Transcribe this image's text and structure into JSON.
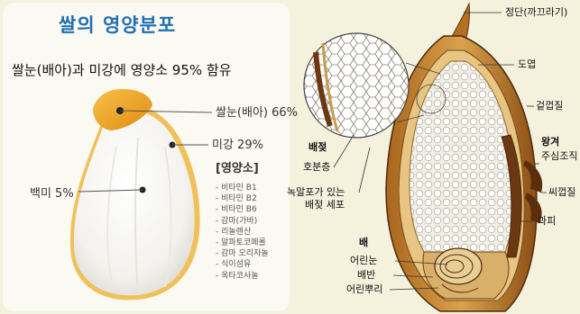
{
  "left": {
    "title": "쌀의 영양분포",
    "subtitle": "쌀눈(배아)과 미강에 영양소 95% 함유",
    "germ_label": "쌀눈(배아) 66%",
    "bran_label": "미강 29%",
    "endosperm_label": "백미 5%",
    "nutrients_title": "[영양소]",
    "nutrients": [
      "- 비타민 B1",
      "- 비타민 B2",
      "- 비타민 B6",
      "- 감마(가바)",
      "- 리놀렌산",
      "- 알파토코페롤",
      "- 감마 오리자놀",
      "- 식이섬유",
      "- 옥타코사놀"
    ]
  },
  "right": {
    "labels": {
      "awn": "정단(까끄라기)",
      "lemma": "도엽",
      "palea": "겉껍질",
      "endosperm_head": "배젖",
      "aleurone": "호분층",
      "starch_cells": [
        "녹말포가 있는",
        "배젖 세포"
      ],
      "bran_head": "왕겨",
      "vascular": "주심조직",
      "seed_coat": "씨껍질",
      "pericarp": "과피",
      "embryo_head": "배",
      "plumule": "어린눈",
      "scutellum": "배반",
      "radicle": "어린뿌리"
    }
  }
}
